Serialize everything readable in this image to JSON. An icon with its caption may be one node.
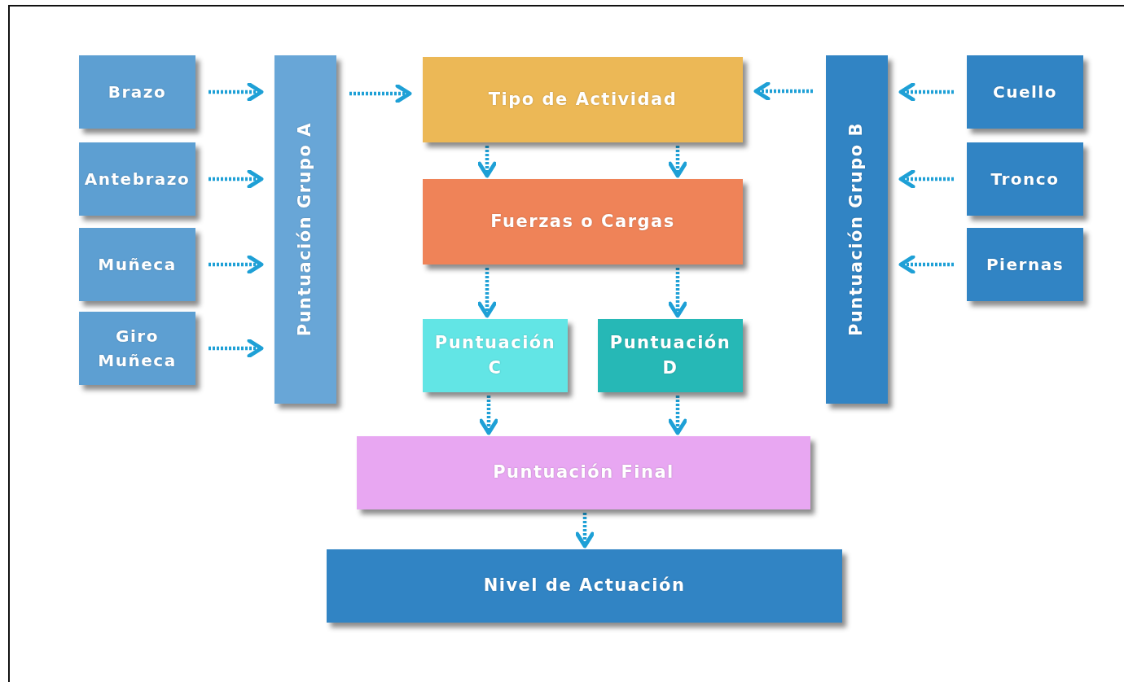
{
  "diagram": {
    "nodes": [
      {
        "text": [
          "Brazo"
        ]
      },
      {
        "text": [
          "Antebrazo"
        ]
      },
      {
        "text": [
          "Muñeca"
        ]
      },
      {
        "text": [
          "Giro Muñeca"
        ]
      },
      {
        "text": [
          "Puntuación Grupo A"
        ]
      },
      {
        "text": [
          "Tipo de Actividad"
        ]
      },
      {
        "text": [
          "Puntuación Grupo B"
        ]
      },
      {
        "text": [
          "Cuello"
        ]
      },
      {
        "text": [
          "Tronco"
        ]
      },
      {
        "text": [
          "Piernas"
        ]
      },
      {
        "text": [
          "Fuerzas o Cargas"
        ]
      },
      {
        "text": [
          "Puntuación C"
        ]
      },
      {
        "text": [
          "Puntuación D"
        ]
      },
      {
        "text": [
          "Puntuación Final"
        ]
      },
      {
        "text": [
          "Nivel de Actuación"
        ]
      }
    ],
    "edges": [
      {
        "from": 0,
        "to": 4,
        "arrow": "to"
      },
      {
        "from": 1,
        "to": 4,
        "arrow": "to"
      },
      {
        "from": 2,
        "to": 4,
        "arrow": "to"
      },
      {
        "from": 3,
        "to": 4,
        "arrow": "to"
      },
      {
        "from": 4,
        "to": 5,
        "arrow": "to"
      },
      {
        "from": 7,
        "to": 6,
        "arrow": "to"
      },
      {
        "from": 8,
        "to": 6,
        "arrow": "to"
      },
      {
        "from": 9,
        "to": 6,
        "arrow": "to"
      },
      {
        "from": 6,
        "to": 5,
        "arrow": "to"
      },
      {
        "from": 5,
        "to": 10,
        "arrow": "to"
      },
      {
        "from": 5,
        "to": 10,
        "arrow": "to"
      },
      {
        "from": 10,
        "to": 11,
        "arrow": "to"
      },
      {
        "from": 10,
        "to": 12,
        "arrow": "to"
      },
      {
        "from": 11,
        "to": 13,
        "arrow": "to"
      },
      {
        "from": 12,
        "to": 13,
        "arrow": "to"
      },
      {
        "from": 13,
        "to": 14,
        "arrow": "to"
      }
    ]
  }
}
